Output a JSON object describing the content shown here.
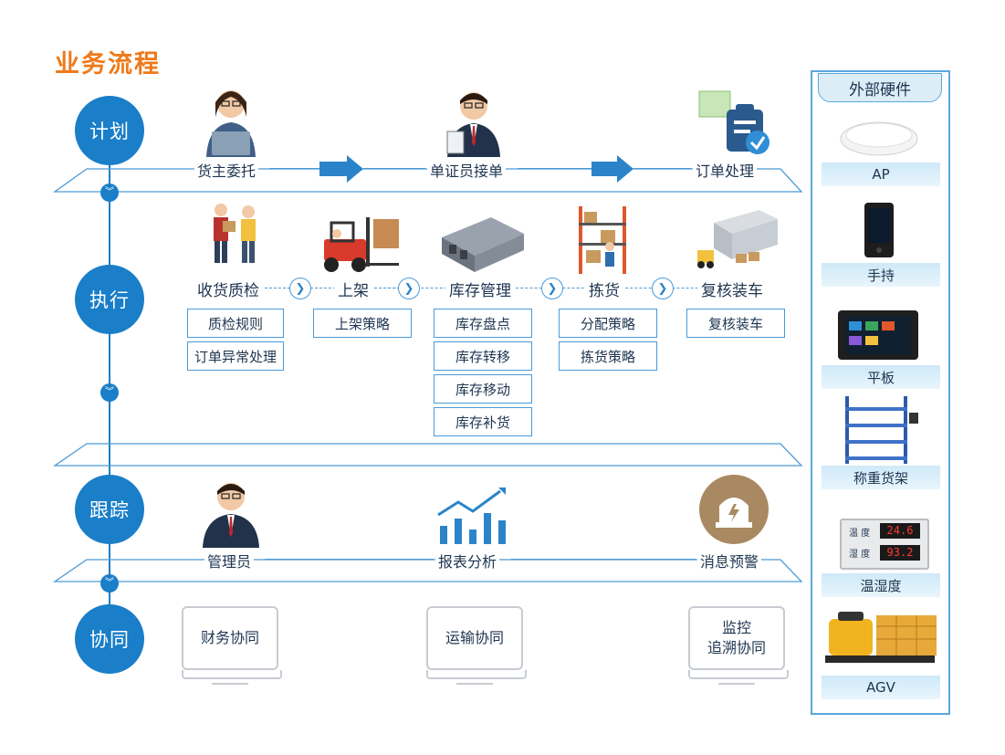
{
  "page_title": "业务流程",
  "stages": {
    "plan": "计划",
    "execute": "执行",
    "track": "跟踪",
    "collab": "协同"
  },
  "plan_flow": {
    "step1": "货主委托",
    "step2": "单证员接单",
    "step3": "订单处理"
  },
  "execute_flow": {
    "steps": [
      "收货质检",
      "上架",
      "库存管理",
      "拣货",
      "复核装车"
    ],
    "receive_boxes": [
      "质检规则",
      "订单异常处理"
    ],
    "putaway_boxes": [
      "上架策略"
    ],
    "inventory_boxes": [
      "库存盘点",
      "库存转移",
      "库存移动",
      "库存补货"
    ],
    "pick_boxes": [
      "分配策略",
      "拣货策略"
    ],
    "load_boxes": [
      "复核装车"
    ]
  },
  "track_flow": {
    "step1": "管理员",
    "step2": "报表分析",
    "step3": "消息预警"
  },
  "collab_flow": {
    "finance": "财务协同",
    "transport": "运输协同",
    "monitor_line1": "监控",
    "monitor_line2": "追溯协同"
  },
  "hardware": {
    "title": "外部硬件",
    "items": [
      "AP",
      "手持",
      "平板",
      "称重货架",
      "温湿度",
      "AGV"
    ],
    "temp_reading": "24.6",
    "humidity_reading": "93.2",
    "temp_label": "温 度",
    "humidity_label": "湿 度"
  },
  "colors": {
    "accent": "#1a7ec8",
    "title_orange": "#ef7a1a",
    "line": "#4a9ad8"
  }
}
